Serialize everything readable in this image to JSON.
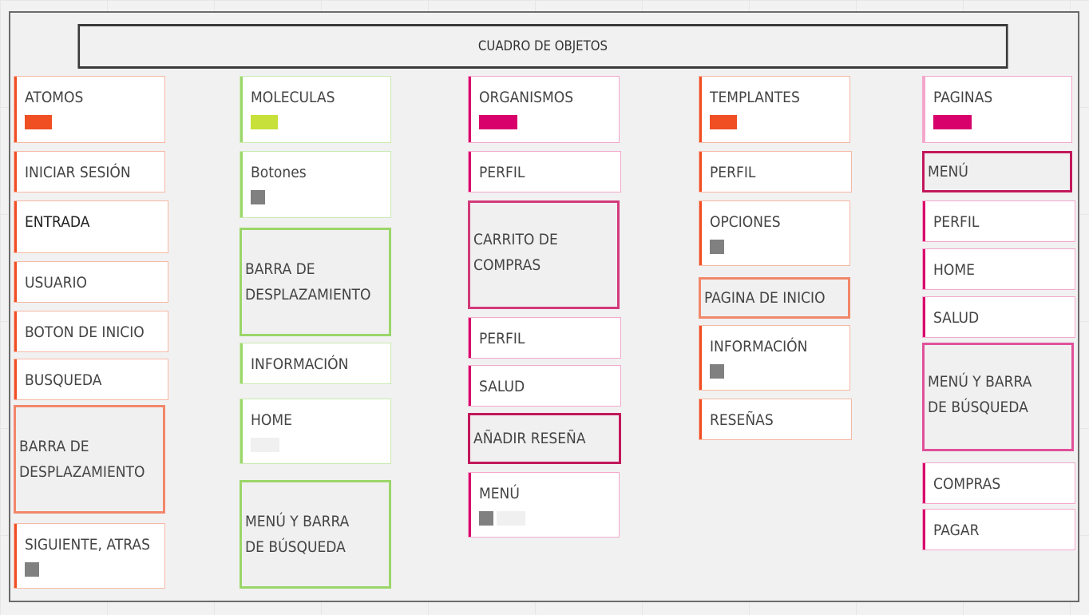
{
  "header": {
    "title": "CUADRO DE OBJETOS"
  },
  "colors": {
    "atomos": "#f04e23",
    "moleculas": "#c7e03a",
    "organismos": "#d8006b",
    "templantes": "#f04e23",
    "paginas": "#d8006b",
    "grey_chip": "#808080"
  },
  "columns": [
    {
      "title": "ATOMOS",
      "items": [
        "INICIAR SESIÓN",
        "ENTRADA",
        "USUARIO",
        "BOTON DE INICIO",
        "BUSQUEDA",
        "BARRA DE DESPLAZAMIENTO",
        "SIGUIENTE, ATRAS"
      ]
    },
    {
      "title": "MOLECULAS",
      "items": [
        "Botones",
        "BARRA DE DESPLAZAMIENTO",
        "INFORMACIÓN",
        "HOME",
        "MENÚ Y BARRA DE BÚSQUEDA"
      ]
    },
    {
      "title": "ORGANISMOS",
      "items": [
        "PERFIL",
        "CARRITO DE COMPRAS",
        "PERFIL",
        "SALUD",
        "AÑADIR RESEÑA",
        "MENÚ"
      ]
    },
    {
      "title": "TEMPLANTES",
      "items": [
        "PERFIL",
        "OPCIONES",
        "PAGINA DE INICIO",
        "INFORMACIÓN",
        "RESEÑAS"
      ]
    },
    {
      "title": "PAGINAS",
      "items": [
        "MENÚ",
        "PERFIL",
        "HOME",
        "SALUD",
        "MENÚ Y BARRA DE BÚSQUEDA",
        "COMPRAS",
        "PAGAR"
      ]
    }
  ]
}
